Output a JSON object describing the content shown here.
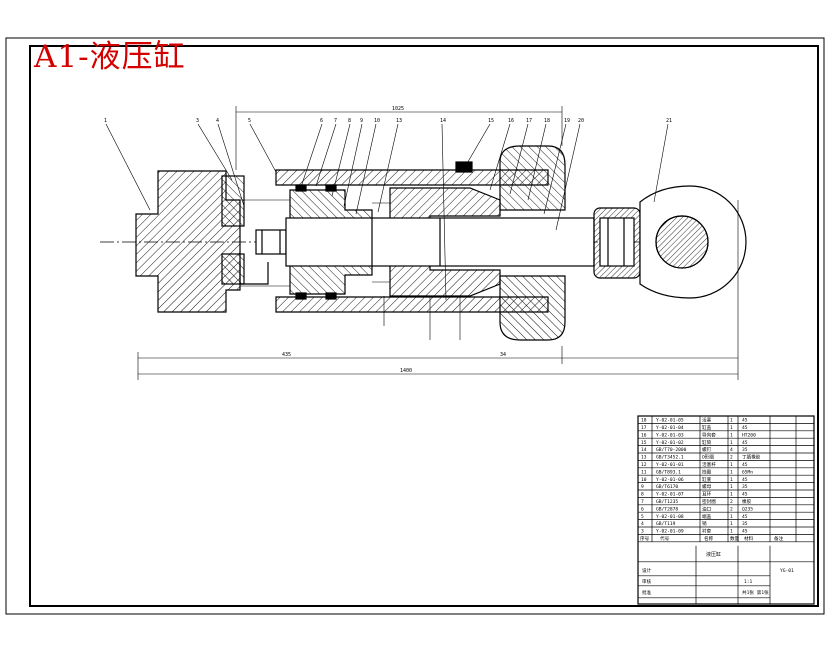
{
  "title": "A1-液压缸",
  "colors": {
    "title": "#d40000",
    "line": "#000000",
    "paper": "#ffffff"
  },
  "callouts": [
    "1",
    "3",
    "4",
    "5",
    "6",
    "7",
    "8",
    "9",
    "10",
    "13",
    "14",
    "15",
    "16",
    "17",
    "18",
    "19",
    "20",
    "21"
  ],
  "dimensions": [
    "1025",
    "435",
    "1400",
    "34"
  ],
  "bom": {
    "headers": [
      "序号",
      "代号",
      "名称",
      "数量",
      "材料",
      "备注"
    ],
    "rows": [
      [
        "18",
        "Y-02-01-05",
        "活塞",
        "1",
        "45",
        ""
      ],
      [
        "17",
        "Y-02-01-04",
        "缸盖",
        "1",
        "45",
        ""
      ],
      [
        "16",
        "Y-02-01-03",
        "导向套",
        "1",
        "HT200",
        ""
      ],
      [
        "15",
        "Y-02-01-02",
        "缸筒",
        "1",
        "45",
        ""
      ],
      [
        "14",
        "GB/T70-2000",
        "螺钉",
        "4",
        "35",
        ""
      ],
      [
        "13",
        "GB/T3452.1",
        "O形圈",
        "2",
        "丁腈橡胶",
        ""
      ],
      [
        "12",
        "Y-02-01-01",
        "活塞杆",
        "1",
        "45",
        ""
      ],
      [
        "11",
        "GB/T893.1",
        "挡圈",
        "1",
        "65Mn",
        ""
      ],
      [
        "10",
        "Y-02-01-06",
        "缸底",
        "1",
        "45",
        ""
      ],
      [
        "9",
        "GB/T6170",
        "螺母",
        "1",
        "35",
        ""
      ],
      [
        "8",
        "Y-02-01-07",
        "耳环",
        "1",
        "45",
        ""
      ],
      [
        "7",
        "GB/T1235",
        "密封圈",
        "2",
        "橡胶",
        ""
      ],
      [
        "6",
        "GB/T2878",
        "油口",
        "2",
        "Q235",
        ""
      ],
      [
        "5",
        "Y-02-01-08",
        "端盖",
        "1",
        "45",
        ""
      ],
      [
        "4",
        "GB/T119",
        "销",
        "1",
        "35",
        ""
      ],
      [
        "3",
        "Y-02-01-09",
        "衬套",
        "1",
        "45",
        ""
      ]
    ],
    "title_block": {
      "name": "液压缸",
      "drawing_no": "YG-01",
      "scale": "1:1",
      "sheet": "共1张 第1张",
      "designer": "设计",
      "checker": "审核",
      "approver": "批准"
    }
  }
}
